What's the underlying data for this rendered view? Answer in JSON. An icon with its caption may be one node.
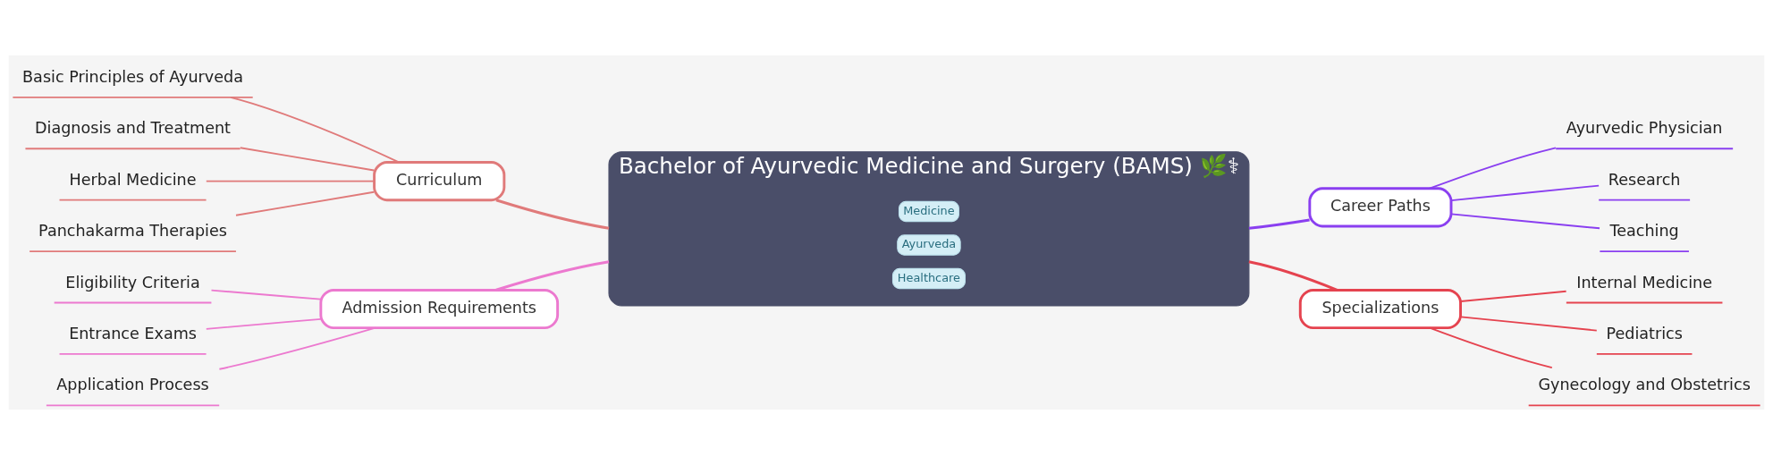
{
  "diagram": {
    "nodes": [
      {
        "text": [
          "Bachelor of Ayurvedic Medicine and Surgery (BAMS) 🌿⚕"
        ]
      },
      {
        "text": [
          "Medicine"
        ],
        "in": 0
      },
      {
        "text": [
          "Ayurveda"
        ],
        "in": 0
      },
      {
        "text": [
          "Healthcare"
        ],
        "in": 0
      },
      {
        "text": [
          "Curriculum"
        ]
      },
      {
        "text": [
          "Basic Principles of Ayurveda"
        ]
      },
      {
        "text": [
          "Diagnosis and Treatment"
        ]
      },
      {
        "text": [
          "Herbal Medicine"
        ]
      },
      {
        "text": [
          "Panchakarma Therapies"
        ]
      },
      {
        "text": [
          "Admission Requirements"
        ]
      },
      {
        "text": [
          "Eligibility Criteria"
        ]
      },
      {
        "text": [
          "Entrance Exams"
        ]
      },
      {
        "text": [
          "Application Process"
        ]
      },
      {
        "text": [
          "Career Paths"
        ]
      },
      {
        "text": [
          "Ayurvedic Physician"
        ]
      },
      {
        "text": [
          "Research"
        ]
      },
      {
        "text": [
          "Teaching"
        ]
      },
      {
        "text": [
          "Specializations"
        ]
      },
      {
        "text": [
          "Internal Medicine"
        ]
      },
      {
        "text": [
          "Pediatrics"
        ]
      },
      {
        "text": [
          "Gynecology and Obstetrics"
        ]
      }
    ],
    "edges": [
      {
        "from": 0,
        "to": 4,
        "arrow": "none",
        "color": "#e07a7a"
      },
      {
        "from": 4,
        "to": 5,
        "arrow": "none",
        "color": "#e07a7a"
      },
      {
        "from": 4,
        "to": 6,
        "arrow": "none",
        "color": "#e07a7a"
      },
      {
        "from": 4,
        "to": 7,
        "arrow": "none",
        "color": "#e07a7a"
      },
      {
        "from": 4,
        "to": 8,
        "arrow": "none",
        "color": "#e07a7a"
      },
      {
        "from": 0,
        "to": 9,
        "arrow": "none",
        "color": "#ec79cf"
      },
      {
        "from": 9,
        "to": 10,
        "arrow": "none",
        "color": "#ec79cf"
      },
      {
        "from": 9,
        "to": 11,
        "arrow": "none",
        "color": "#ec79cf"
      },
      {
        "from": 9,
        "to": 12,
        "arrow": "none",
        "color": "#ec79cf"
      },
      {
        "from": 0,
        "to": 13,
        "arrow": "none",
        "color": "#8a3ff0"
      },
      {
        "from": 13,
        "to": 14,
        "arrow": "none",
        "color": "#8a3ff0"
      },
      {
        "from": 13,
        "to": 15,
        "arrow": "none",
        "color": "#8a3ff0"
      },
      {
        "from": 13,
        "to": 16,
        "arrow": "none",
        "color": "#8a3ff0"
      },
      {
        "from": 0,
        "to": 17,
        "arrow": "none",
        "color": "#e5434f"
      },
      {
        "from": 17,
        "to": 18,
        "arrow": "none",
        "color": "#e5434f"
      },
      {
        "from": 17,
        "to": 19,
        "arrow": "none",
        "color": "#e5434f"
      },
      {
        "from": 17,
        "to": 20,
        "arrow": "none",
        "color": "#e5434f"
      }
    ]
  }
}
